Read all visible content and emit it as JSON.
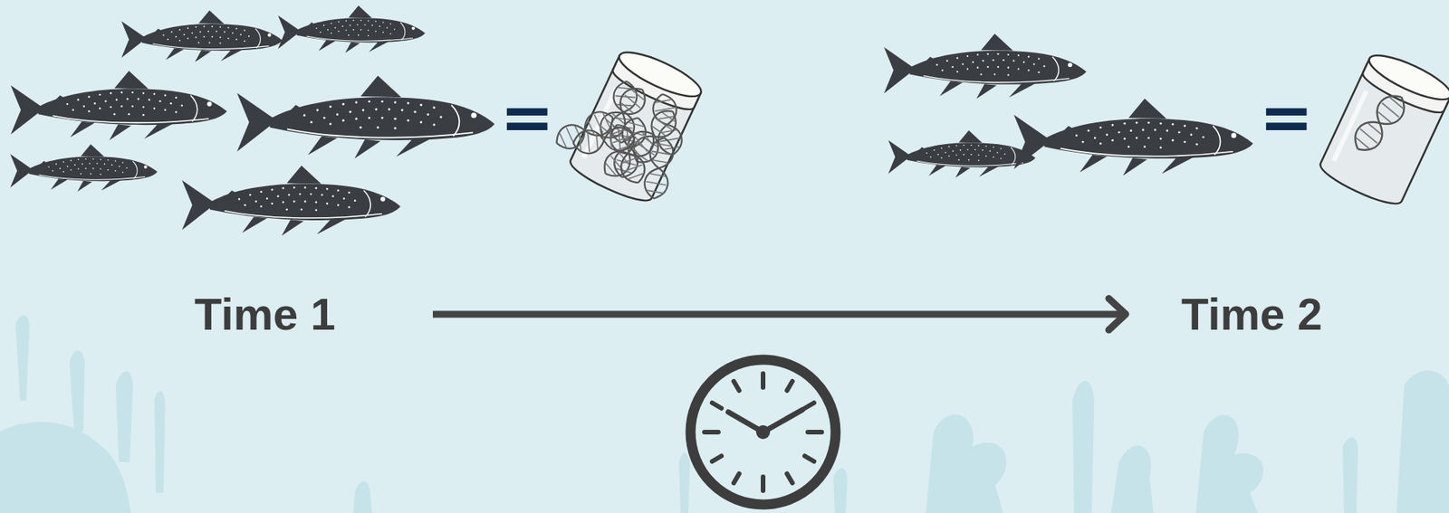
{
  "diagram": {
    "nodes": [
      {
        "text": [
          "Time 1"
        ]
      },
      {
        "text": [
          "Time 2"
        ]
      }
    ],
    "edges": [
      {
        "from": 0,
        "to": 1,
        "arrow": "to"
      }
    ],
    "labels": [
      "=",
      "="
    ]
  }
}
